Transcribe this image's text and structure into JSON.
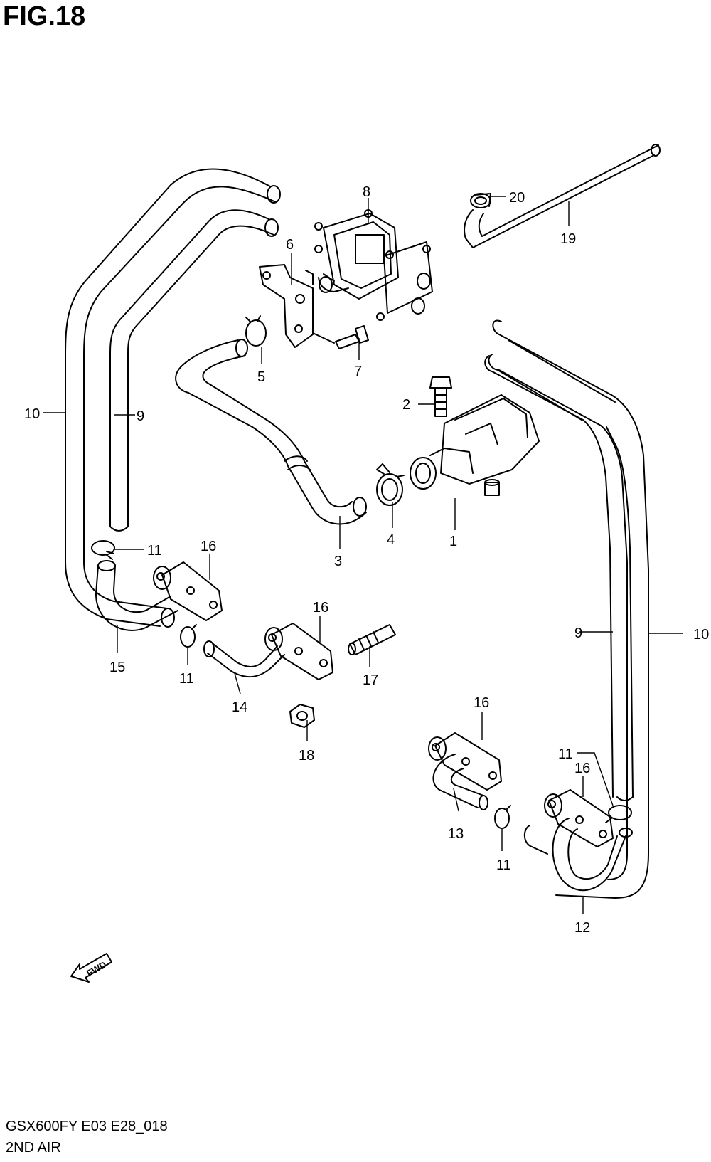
{
  "figure": {
    "title": "FIG.18",
    "model_code": "GSX600FY E03 E28_018",
    "subtitle": "2ND AIR",
    "direction_marker": "FWD"
  },
  "callouts": [
    {
      "id": "c1",
      "label": "1"
    },
    {
      "id": "c2",
      "label": "2"
    },
    {
      "id": "c3",
      "label": "3"
    },
    {
      "id": "c4",
      "label": "4"
    },
    {
      "id": "c5",
      "label": "5"
    },
    {
      "id": "c6",
      "label": "6"
    },
    {
      "id": "c7",
      "label": "7"
    },
    {
      "id": "c8",
      "label": "8"
    },
    {
      "id": "c9a",
      "label": "9"
    },
    {
      "id": "c9b",
      "label": "9"
    },
    {
      "id": "c10a",
      "label": "10"
    },
    {
      "id": "c10b",
      "label": "10"
    },
    {
      "id": "c11a",
      "label": "11"
    },
    {
      "id": "c11b",
      "label": "11"
    },
    {
      "id": "c11c",
      "label": "11"
    },
    {
      "id": "c11d",
      "label": "11"
    },
    {
      "id": "c12",
      "label": "12"
    },
    {
      "id": "c13",
      "label": "13"
    },
    {
      "id": "c14",
      "label": "14"
    },
    {
      "id": "c15",
      "label": "15"
    },
    {
      "id": "c16a",
      "label": "16"
    },
    {
      "id": "c16b",
      "label": "16"
    },
    {
      "id": "c16c",
      "label": "16"
    },
    {
      "id": "c16d",
      "label": "16"
    },
    {
      "id": "c17",
      "label": "17"
    },
    {
      "id": "c18",
      "label": "18"
    },
    {
      "id": "c19",
      "label": "19"
    },
    {
      "id": "c20",
      "label": "20"
    }
  ]
}
